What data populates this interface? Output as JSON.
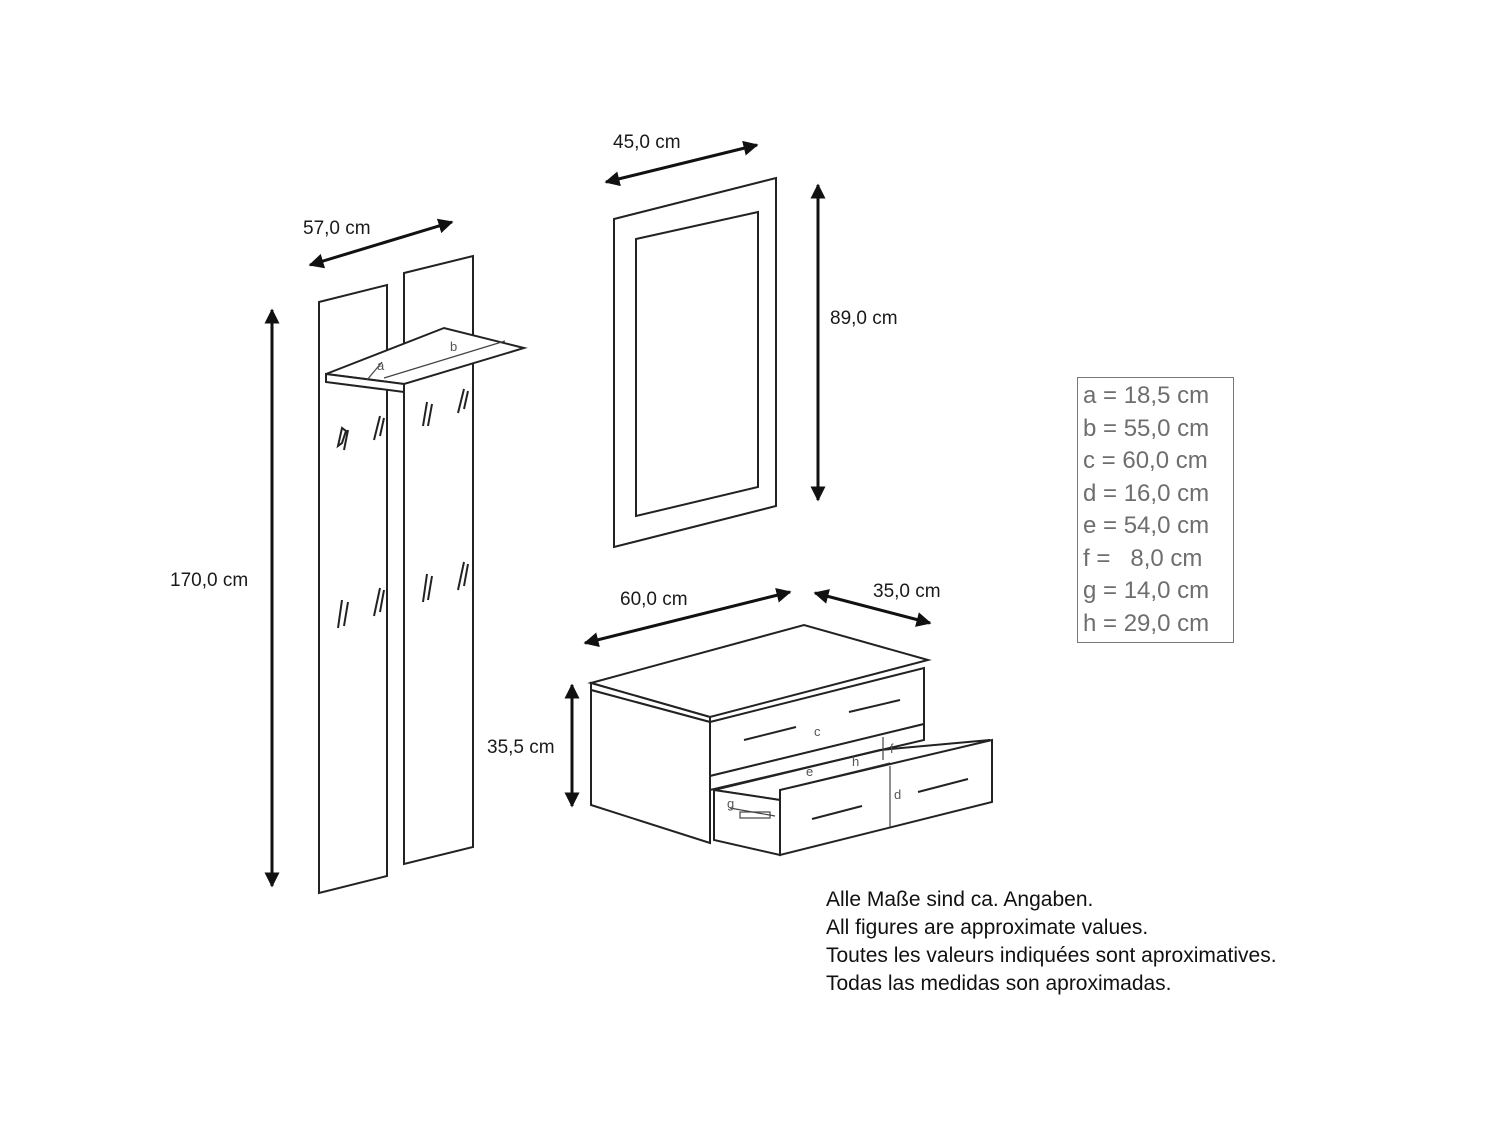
{
  "dimensions": {
    "wardrobe_width": "57,0 cm",
    "wardrobe_height": "170,0 cm",
    "mirror_width": "45,0 cm",
    "mirror_height": "89,0 cm",
    "cabinet_width": "60,0 cm",
    "cabinet_depth": "35,0 cm",
    "cabinet_height": "35,5 cm"
  },
  "letters": {
    "a": "a",
    "b": "b",
    "c": "c",
    "d": "d",
    "e": "e",
    "f": "f",
    "g": "g",
    "h": "h"
  },
  "legend": [
    "a = 18,5 cm",
    "b = 55,0 cm",
    "c = 60,0 cm",
    "d = 16,0 cm",
    "e = 54,0 cm",
    "f =   8,0 cm",
    "g = 14,0 cm",
    "h = 29,0 cm"
  ],
  "notes": [
    "Alle Maße sind ca. Angaben.",
    "All figures are approximate values.",
    "Toutes les valeurs indiquées sont aproximatives.",
    "Todas las medidas son aproximadas."
  ]
}
